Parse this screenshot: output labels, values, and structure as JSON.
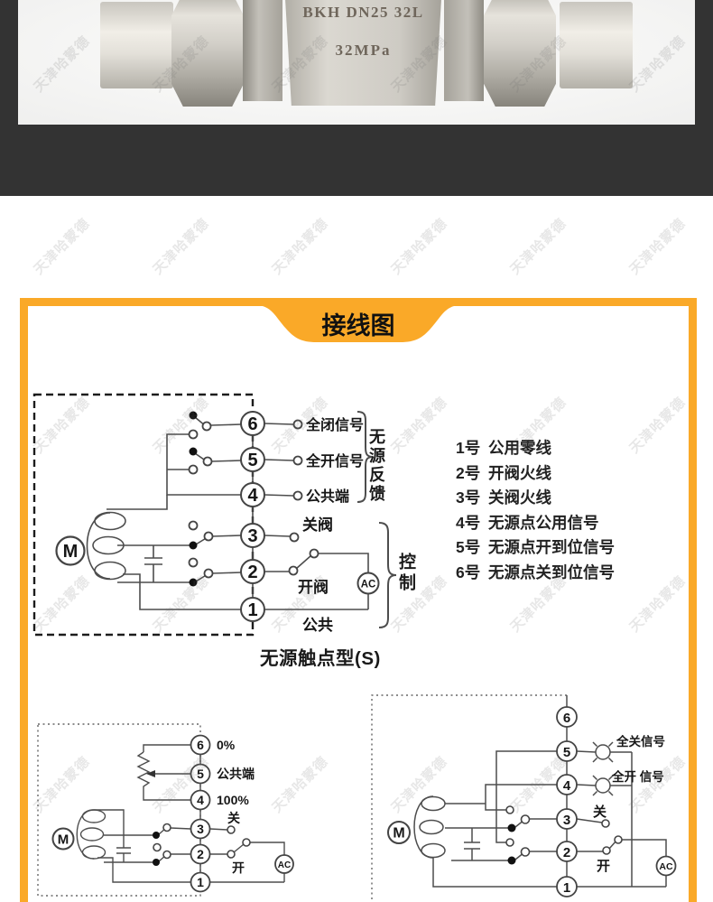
{
  "watermark": {
    "text": "天津哈蒙德"
  },
  "colors": {
    "accent": "#FAA928",
    "band": "#333333"
  },
  "hero": {
    "stamp_line1": "BKH DN25 32L",
    "stamp_line2": "32MPa"
  },
  "section": {
    "title": "接线图"
  },
  "main_diagram": {
    "terminals": [
      "6",
      "5",
      "4",
      "3",
      "2",
      "1"
    ],
    "motor": "M",
    "ac": "AC",
    "label_t6": "全闭信号",
    "label_t5": "全开信号",
    "label_t4": "公共端",
    "label_t3": "关阀",
    "label_t2": "开阀",
    "label_t1": "公共",
    "brace_feedback": "无源反馈",
    "brace_control": "控制",
    "caption": "无源触点型(S)"
  },
  "wire_list": [
    {
      "num": "1号",
      "desc": "公用零线"
    },
    {
      "num": "2号",
      "desc": "开阀火线"
    },
    {
      "num": "3号",
      "desc": "关阀火线"
    },
    {
      "num": "4号",
      "desc": "无源点公用信号"
    },
    {
      "num": "5号",
      "desc": "无源点开到位信号"
    },
    {
      "num": "6号",
      "desc": "无源点关到位信号"
    }
  ],
  "pot_diagram": {
    "terminals": [
      "6",
      "5",
      "4",
      "3",
      "2",
      "1"
    ],
    "motor": "M",
    "ac": "AC",
    "label_t6": "0%",
    "label_t5": "公共端",
    "label_t4": "100%",
    "label_t3": "关",
    "label_t2": "开"
  },
  "lamp_diagram": {
    "terminals": [
      "6",
      "5",
      "4",
      "3",
      "2",
      "1"
    ],
    "motor": "M",
    "ac": "AC",
    "label_lamp_close": "全关信号",
    "label_lamp_open": "全开 信号",
    "label_t3": "关",
    "label_t2": "开"
  }
}
